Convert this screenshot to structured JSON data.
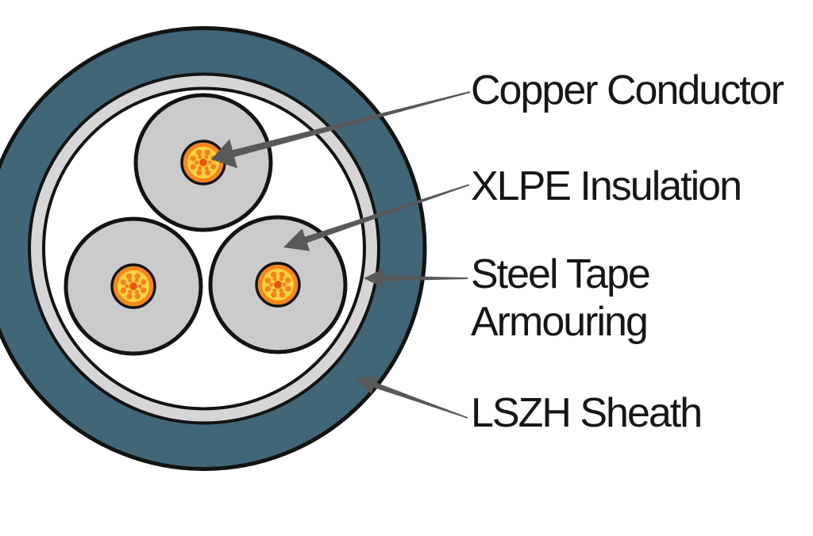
{
  "figure": {
    "type": "cable-cross-section-diagram",
    "core_count": 3,
    "labels": [
      {
        "id": "copper-conductor",
        "text": "Copper Conductor"
      },
      {
        "id": "xlpe-insulation",
        "text": "XLPE Insulation"
      },
      {
        "id": "steel-tape-armouring",
        "text": "Steel Tape\nArmouring"
      },
      {
        "id": "lszh-sheath",
        "text": "LSZH Sheath"
      }
    ],
    "colors": {
      "sheath": "#406677",
      "steel_tape": "#d6d6d6",
      "filler": "#ffffff",
      "insulation": "#c9cbcc",
      "conductor_ring": "#f6871f",
      "conductor_core": "#ffd240",
      "strand_dot": "#f58220",
      "center_strand": "#e85710",
      "outline": "#131313",
      "arrow": "#58595b",
      "text": "#161616"
    }
  }
}
